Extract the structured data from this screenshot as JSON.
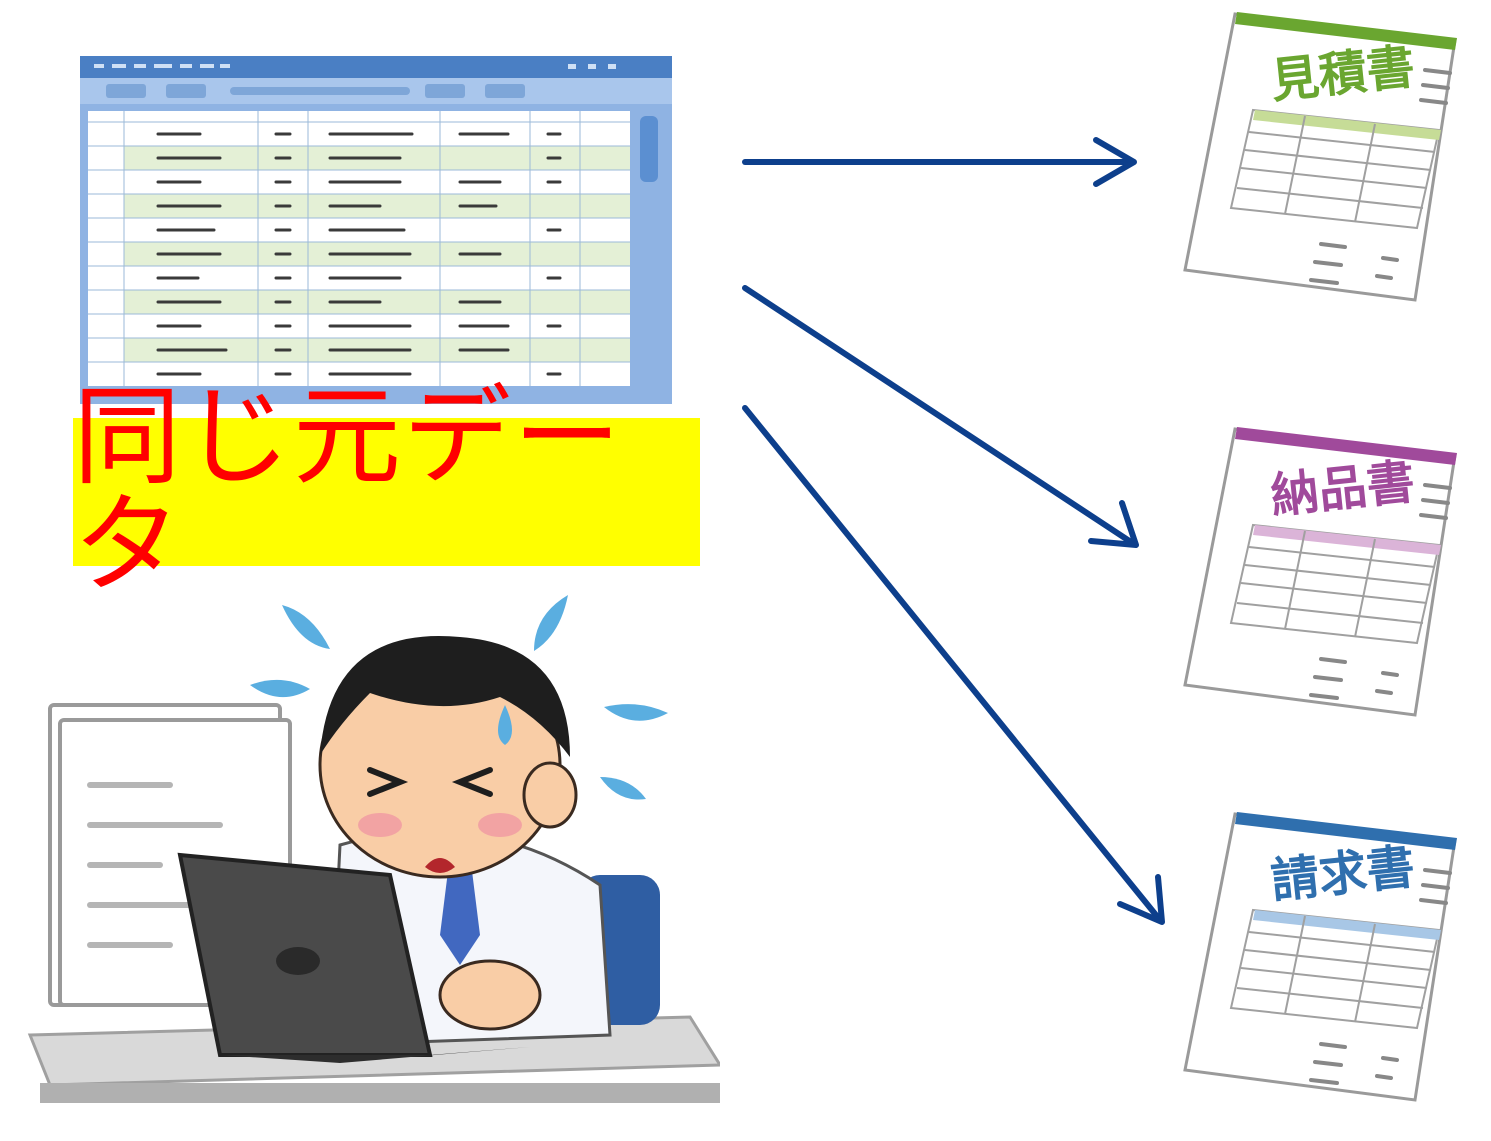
{
  "source": {
    "label": "同じ元データ"
  },
  "documents": [
    {
      "id": "estimate",
      "title": "見積書",
      "color": "#6aa630",
      "band": "#c6dc97"
    },
    {
      "id": "delivery",
      "title": "納品書",
      "color": "#a04a9b",
      "band": "#dbb4d8"
    },
    {
      "id": "invoice",
      "title": "請求書",
      "color": "#2f6fae",
      "band": "#a8c7e6"
    }
  ],
  "colors": {
    "arrow": "#0d3f8c",
    "label_bg": "#ffff00",
    "label_text": "#ff0000",
    "sheet_frame": "#5b8fd1",
    "sheet_row_alt": "#e4f0d6"
  },
  "icons": [
    "spreadsheet-icon",
    "worker-illustration",
    "estimate-document-icon",
    "delivery-note-document-icon",
    "invoice-document-icon",
    "arrow-icon"
  ]
}
